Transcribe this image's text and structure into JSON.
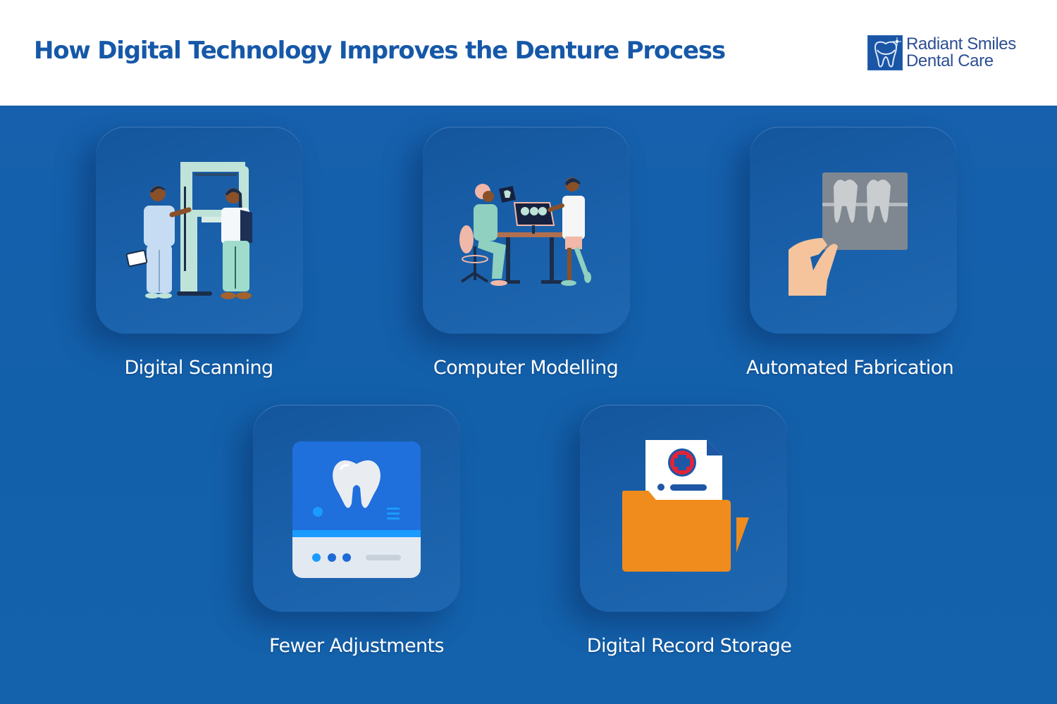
{
  "header": {
    "title": "How Digital Technology Improves the Denture Process",
    "logo": {
      "line1": "Radiant Smiles",
      "line2": "Dental Care",
      "icon": "tooth-sparkle-icon"
    }
  },
  "colors": {
    "title_blue": "#1658a8",
    "background_blue": "#1360aa",
    "card_blue": "#1a5ea8",
    "label_white": "#ffffff",
    "folder_orange": "#f08c1e",
    "skin_peach": "#f5c49c",
    "xray_gray": "#7f8790"
  },
  "items": [
    {
      "label": "Digital Scanning",
      "icon": "dental-xray-scanner-illustration"
    },
    {
      "label": "Computer Modelling",
      "icon": "dentists-reviewing-3d-model-illustration"
    },
    {
      "label": "Automated Fabrication",
      "icon": "hand-holding-dental-xray-icon"
    },
    {
      "label": "Fewer Adjustments",
      "icon": "tooth-scanner-device-icon"
    },
    {
      "label": "Digital Record Storage",
      "icon": "medical-record-folder-icon"
    }
  ]
}
